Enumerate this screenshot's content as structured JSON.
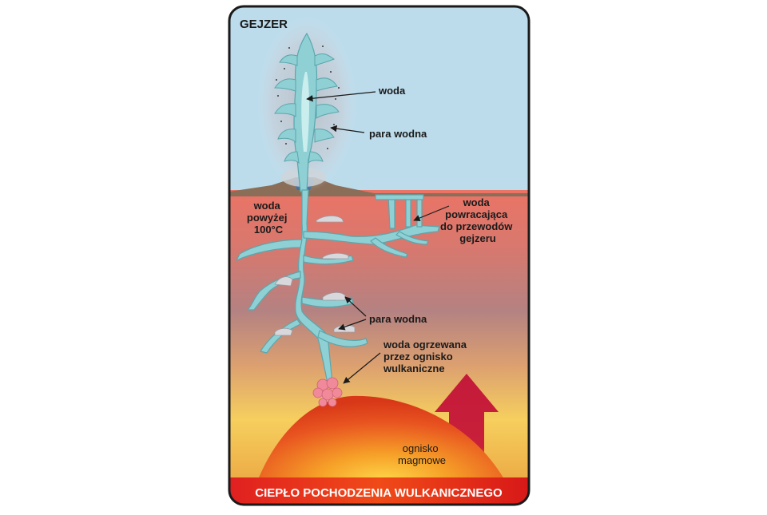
{
  "title": "GEJZER",
  "bottom_caption": "CIEPŁO POCHODZENIA WULKANICZNEGO",
  "labels": {
    "woda": "woda",
    "para_wodna_top": "para wodna",
    "woda_powyzej": [
      "woda",
      "powyżej",
      "100°C"
    ],
    "woda_powracajaca": [
      "woda",
      "powracająca",
      "do przewodów",
      "gejzeru"
    ],
    "para_wodna_mid": "para wodna",
    "woda_ogrzewana": [
      "woda ogrzewana",
      "przez ognisko",
      "wulkaniczne"
    ],
    "ognisko": [
      "ognisko",
      "magmowe"
    ]
  },
  "colors": {
    "sky": "#bcdcec",
    "water": "#8fd0d4",
    "water_stroke": "#5aa6ad",
    "steam": "#9aa0a8",
    "ground_top": "#e8786a",
    "ground_mid": "#b58080",
    "ground_low": "#f0b05a",
    "ground_bottom": "#f6cc5a",
    "magma": "#e85020",
    "heat_arrow": "#c8203a",
    "outline": "#1a1a1a"
  }
}
